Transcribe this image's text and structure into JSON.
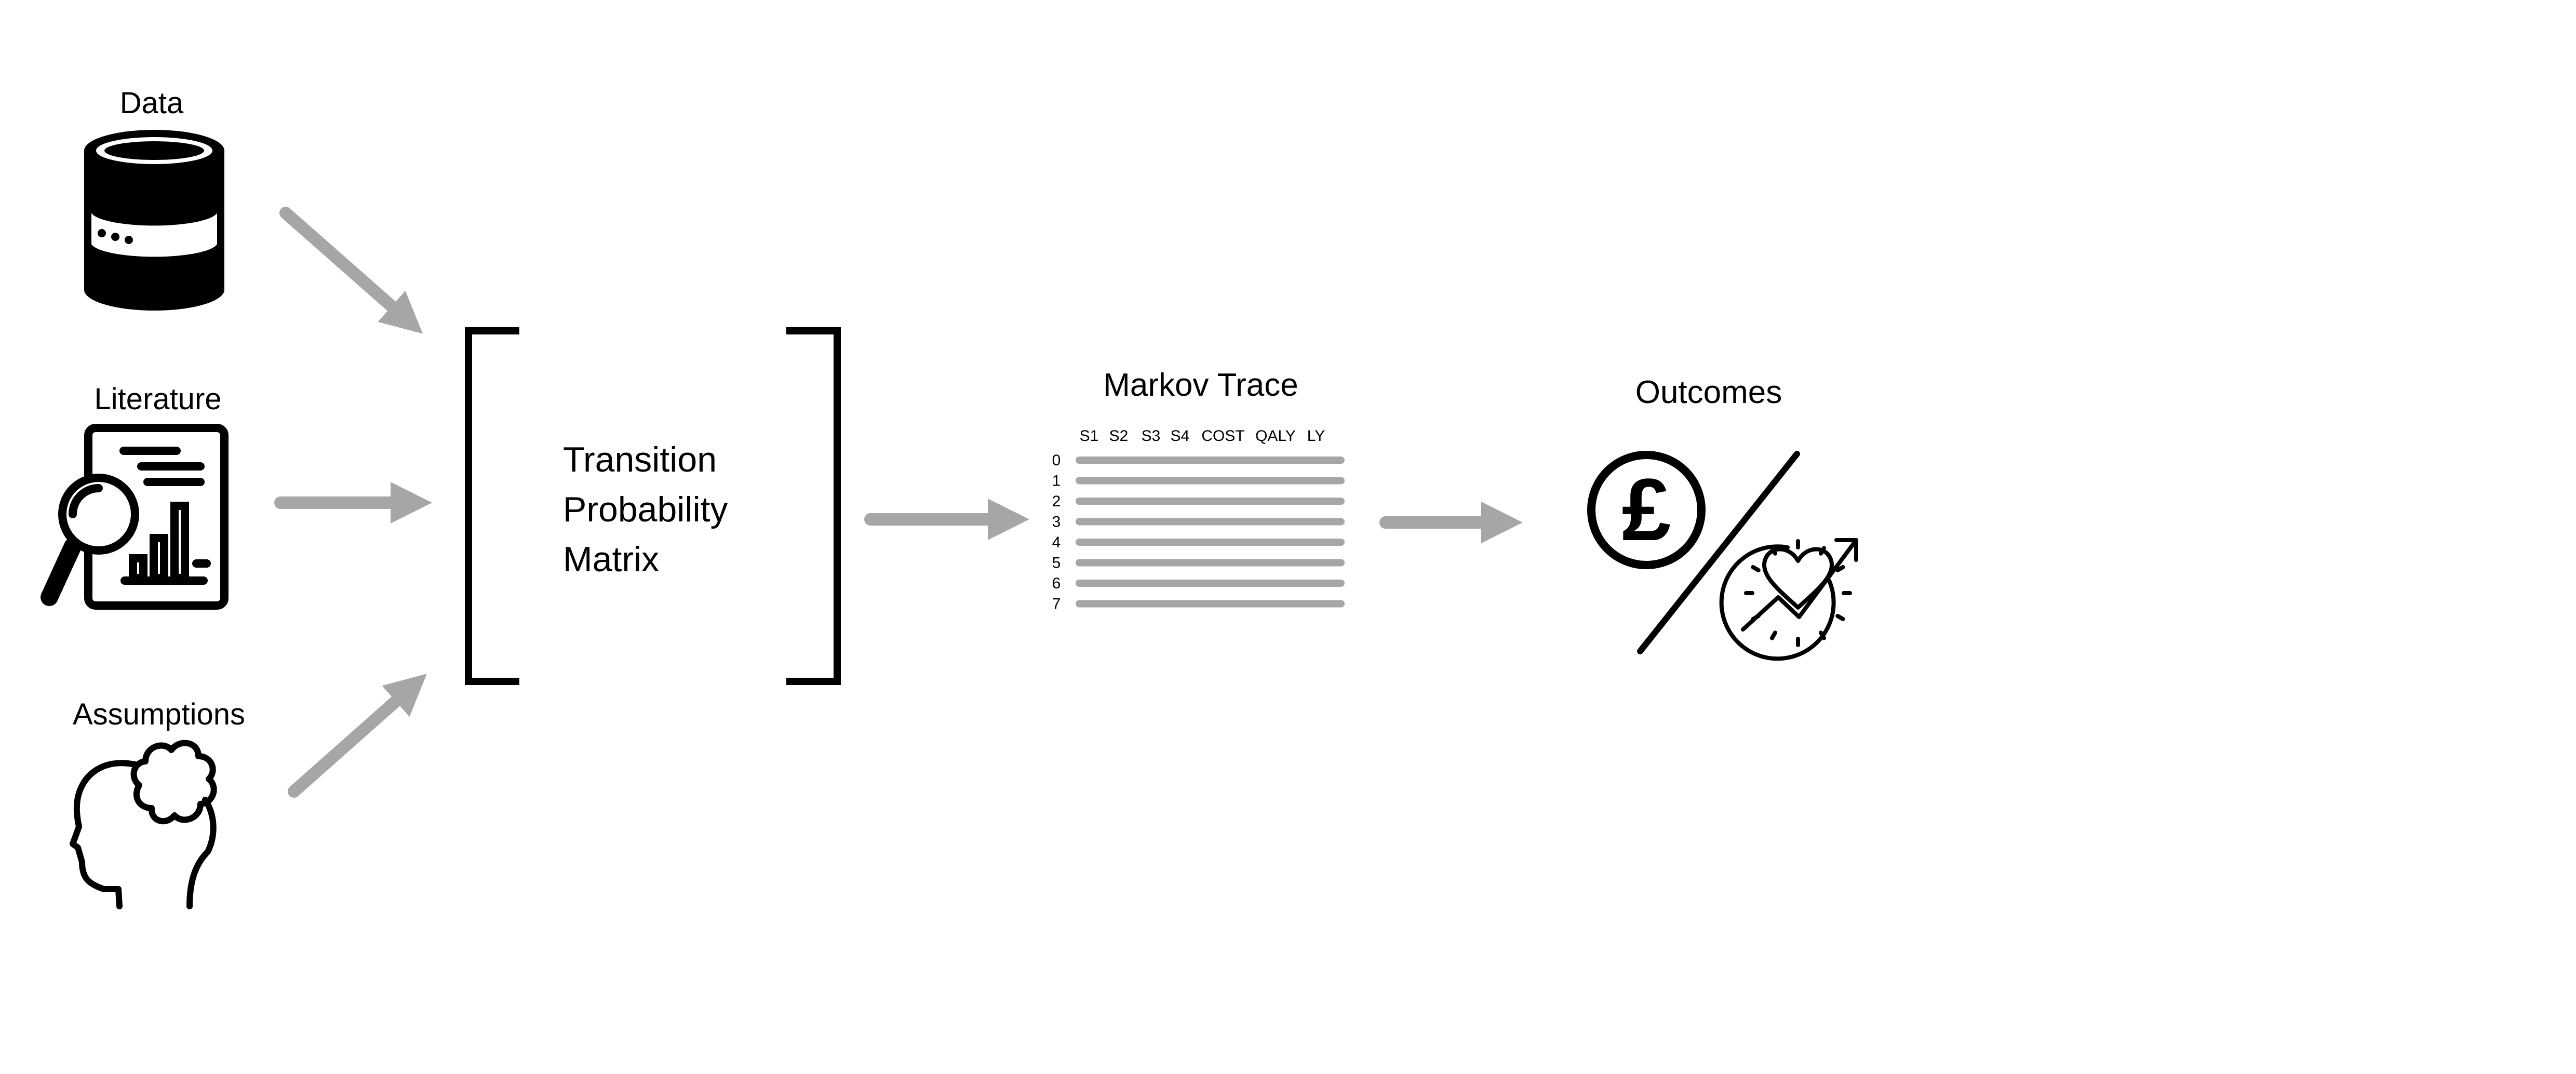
{
  "inputs": {
    "data_label": "Data",
    "literature_label": "Literature",
    "assumptions_label": "Assumptions"
  },
  "matrix": {
    "line1": "Transition",
    "line2": "Probability",
    "line3": "Matrix"
  },
  "trace": {
    "title": "Markov Trace",
    "columns": [
      "S1",
      "S2",
      "S3",
      "S4",
      "COST",
      "QALY",
      "LY"
    ],
    "rows": [
      "0",
      "1",
      "2",
      "3",
      "4",
      "5",
      "6",
      "7"
    ]
  },
  "outcomes": {
    "title": "Outcomes",
    "currency_symbol": "£"
  },
  "icons": {
    "data": "database-icon",
    "literature": "report-magnifier-icon",
    "assumptions": "head-thought-icon",
    "cost": "pound-coin-icon",
    "health": "heart-clock-icon"
  },
  "colors": {
    "arrow": "#a6a6a6",
    "trace_bar": "#a6a6a6",
    "ink": "#000000",
    "background": "#ffffff"
  }
}
